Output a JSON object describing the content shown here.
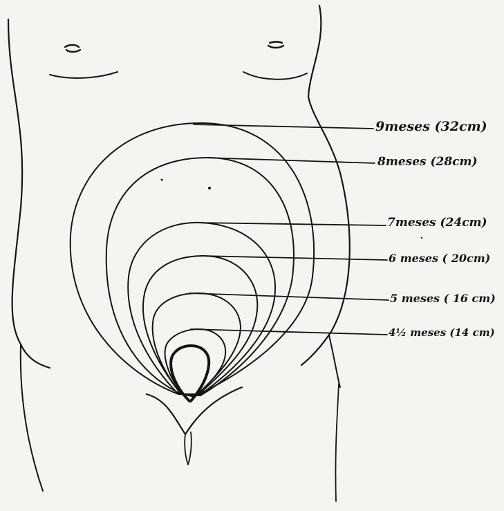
{
  "diagram": {
    "labels": [
      {
        "id": "9",
        "text": "9meses  (32cm)"
      },
      {
        "id": "8",
        "text": "8meses  (28cm)"
      },
      {
        "id": "7",
        "text": "7meses (24cm)"
      },
      {
        "id": "6",
        "text": "6 meses ( 20cm)"
      },
      {
        "id": "5",
        "text": "5 meses  ( 16 cm)"
      },
      {
        "id": "4",
        "text": "4½ meses (14 cm)"
      }
    ]
  },
  "colors": {
    "paper": "#f4f4f2",
    "ink": "#151515"
  }
}
